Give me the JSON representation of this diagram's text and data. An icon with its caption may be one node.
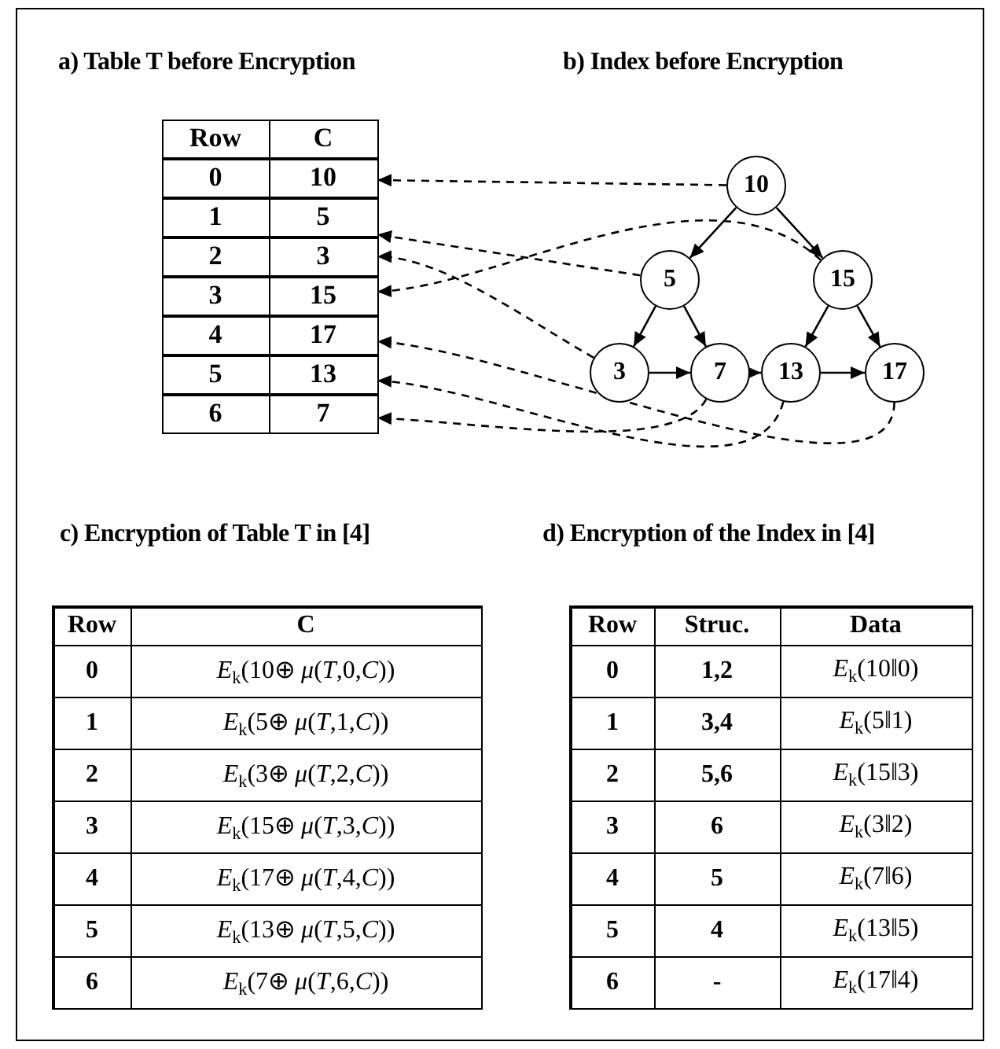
{
  "diagram": {
    "nodes": [
      {
        "text": [
          "Row",
          "C"
        ]
      },
      {
        "text": [
          "0",
          "10"
        ]
      },
      {
        "text": [
          "1",
          "5"
        ]
      },
      {
        "text": [
          "2",
          "3"
        ]
      },
      {
        "text": [
          "3",
          "15"
        ]
      },
      {
        "text": [
          "4",
          "17"
        ]
      },
      {
        "text": [
          "5",
          "13"
        ]
      },
      {
        "text": [
          "6",
          "7"
        ]
      },
      {
        "text": [
          "10"
        ]
      },
      {
        "text": [
          "5"
        ]
      },
      {
        "text": [
          "15"
        ]
      },
      {
        "text": [
          "3"
        ]
      },
      {
        "text": [
          "7"
        ]
      },
      {
        "text": [
          "13"
        ]
      },
      {
        "text": [
          "17"
        ]
      }
    ],
    "edges": [
      {
        "from": 8,
        "to": 9,
        "arrow": "to"
      },
      {
        "from": 8,
        "to": 10,
        "arrow": "to"
      },
      {
        "from": 9,
        "to": 11,
        "arrow": "to"
      },
      {
        "from": 9,
        "to": 12,
        "arrow": "to"
      },
      {
        "from": 10,
        "to": 13,
        "arrow": "to"
      },
      {
        "from": 10,
        "to": 14,
        "arrow": "to"
      },
      {
        "from": 11,
        "to": 12,
        "arrow": "to"
      },
      {
        "from": 12,
        "to": 13,
        "arrow": "to"
      },
      {
        "from": 13,
        "to": 14,
        "arrow": "to"
      },
      {
        "from": 8,
        "to": 1,
        "arrow": "to",
        "style": "dashed"
      },
      {
        "from": 9,
        "to": 2,
        "arrow": "to",
        "style": "dashed"
      },
      {
        "from": 11,
        "to": 3,
        "arrow": "to",
        "style": "dashed"
      },
      {
        "from": 10,
        "to": 4,
        "arrow": "to",
        "style": "dashed"
      },
      {
        "from": 14,
        "to": 5,
        "arrow": "to",
        "style": "dashed"
      },
      {
        "from": 13,
        "to": 6,
        "arrow": "to",
        "style": "dashed"
      },
      {
        "from": 12,
        "to": 7,
        "arrow": "to",
        "style": "dashed"
      }
    ],
    "labels": [
      "a) Table T before Encryption",
      "b) Index before Encryption",
      "c) Encryption of Table T in [4]",
      "Row",
      "C",
      "0",
      "*E*$_{k}$(10⊕ *μ*(*T*,0,*C*))",
      "1",
      "*E*$_{k}$(5⊕ *μ*(*T*,1,*C*))",
      "2",
      "*E*$_{k}$(3⊕ *μ*(*T*,2,*C*))",
      "3",
      "*E*$_{k}$(15⊕ *μ*(*T*,3,*C*))",
      "4",
      "*E*$_{k}$(17⊕ *μ*(*T*,4,*C*))",
      "5",
      "*E*$_{k}$(13⊕ *μ*(*T*,5,*C*))",
      "6",
      "*E*$_{k}$(7⊕ *μ*(*T*,6,*C*))",
      "d) Encryption of the Index in [4]",
      "Row",
      "Struc.",
      "Data",
      "0",
      "1,2",
      "*E*$_{k}$(10‖0)",
      "1",
      "3,4",
      "*E*$_{k}$(5‖1)",
      "2",
      "5,6",
      "*E*$_{k}$(15‖3)",
      "3",
      "6",
      "*E*$_{k}$(3‖2)",
      "4",
      "5",
      "*E*$_{k}$(7‖6)",
      "5",
      "4",
      "*E*$_{k}$(13‖5)",
      "6",
      "-",
      "*E*$_{k}$(17‖4)"
    ]
  }
}
